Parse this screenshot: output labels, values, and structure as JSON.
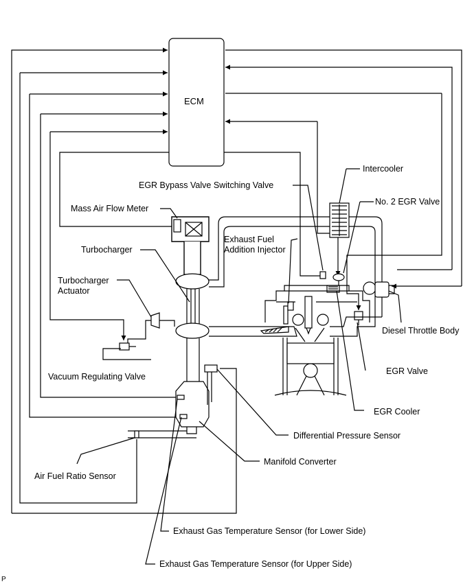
{
  "ecm": {
    "label": "ECM"
  },
  "labels": {
    "intercooler": "Intercooler",
    "egr_bypass_valve_switching_valve": "EGR Bypass Valve Switching Valve",
    "no2_egr_valve": "No. 2 EGR Valve",
    "mass_air_flow_meter": "Mass Air Flow Meter",
    "exhaust_fuel_addition_injector_line1": "Exhaust Fuel",
    "exhaust_fuel_addition_injector_line2": "Addition Injector",
    "turbocharger": "Turbocharger",
    "turbocharger_actuator_line1": "Turbocharger",
    "turbocharger_actuator_line2": "Actuator",
    "diesel_throttle_body": "Diesel Throttle Body",
    "vacuum_regulating_valve": "Vacuum Regulating Valve",
    "egr_valve": "EGR Valve",
    "egr_cooler": "EGR Cooler",
    "differential_pressure_sensor": "Differential Pressure Sensor",
    "manifold_converter": "Manifold Converter",
    "air_fuel_ratio_sensor": "Air Fuel Ratio Sensor",
    "exhaust_gas_temp_lower": "Exhaust Gas Temperature Sensor (for Lower Side)",
    "exhaust_gas_temp_upper": "Exhaust Gas Temperature Sensor (for Upper Side)"
  },
  "corner_mark": "P"
}
